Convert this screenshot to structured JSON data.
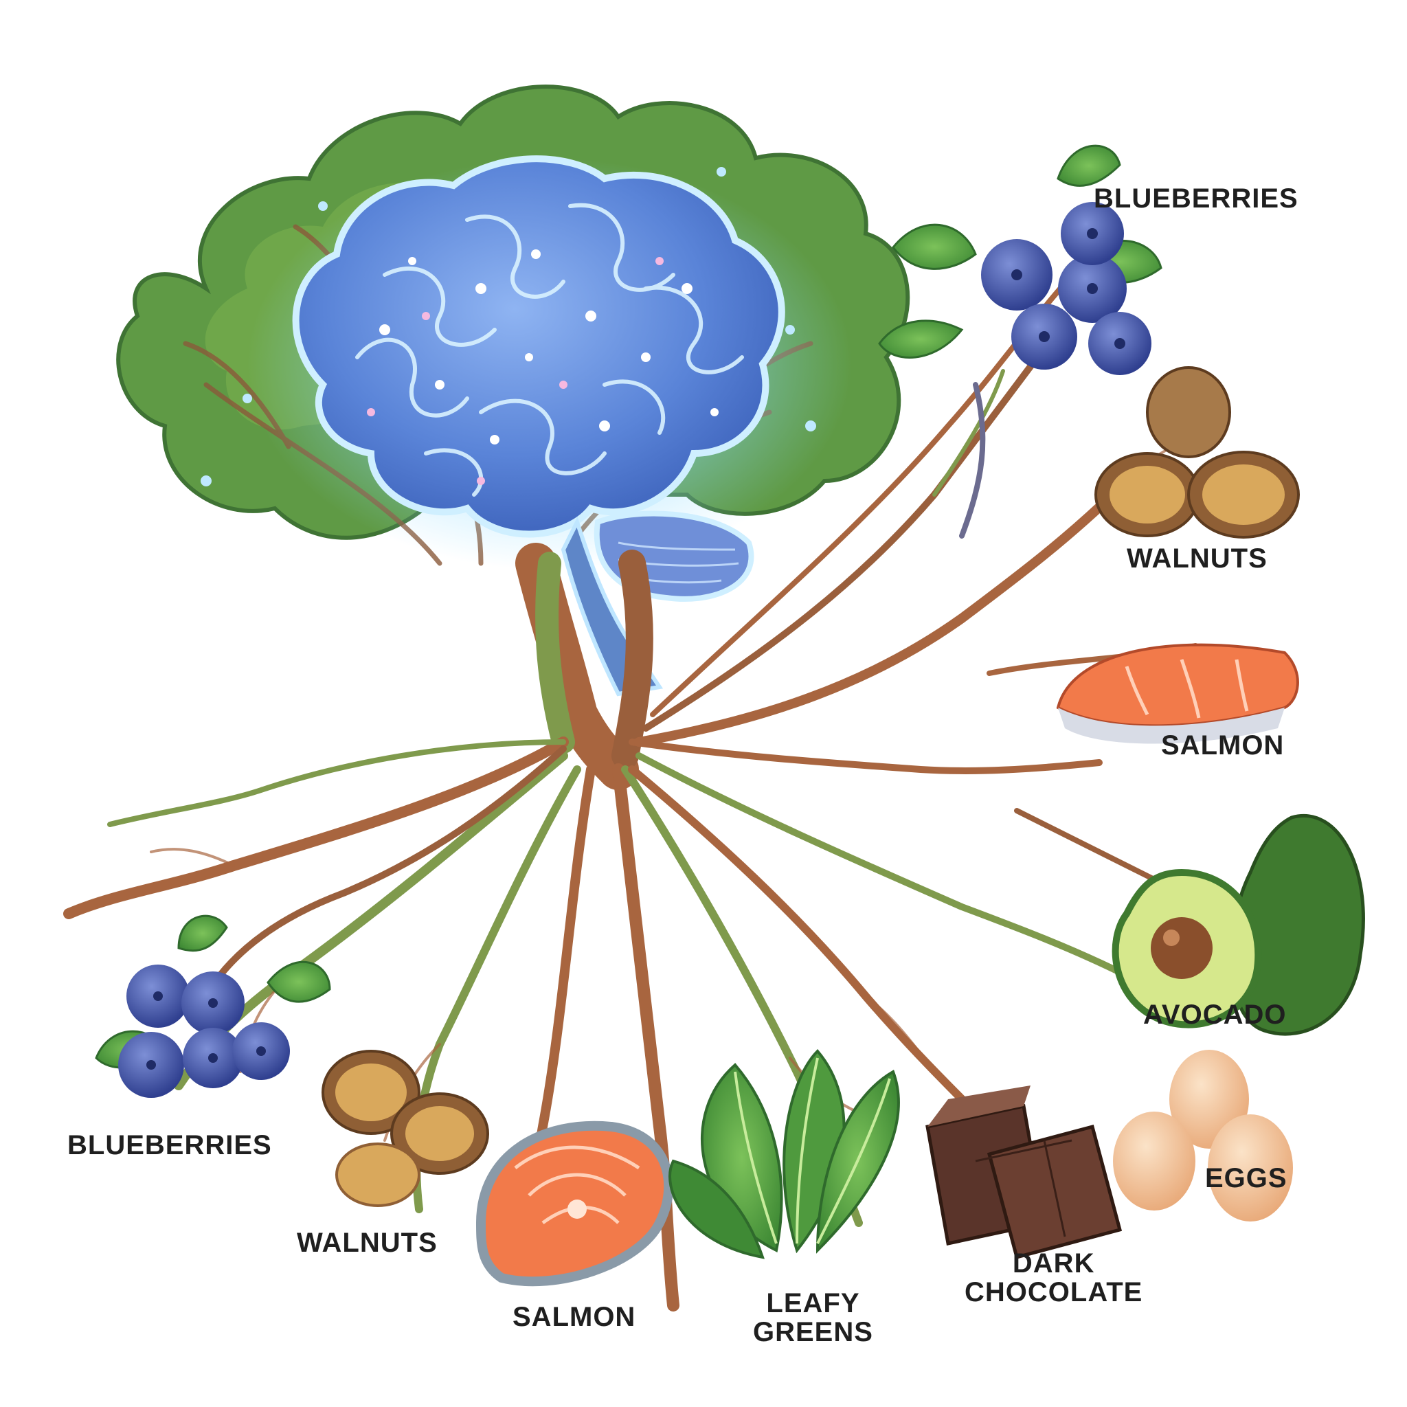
{
  "colors": {
    "root_brown": "#a8653f",
    "root_green": "#7f9a4c",
    "foliage": "#5f9a45",
    "brain": "#4f7fd6",
    "glow": "#8fdcff",
    "label": "#1f1f1f"
  },
  "foods": {
    "right_blueberries": {
      "label": "BLUEBERRIES",
      "icon": "blueberries-icon"
    },
    "right_walnuts": {
      "label": "WALNUTS",
      "icon": "walnuts-icon"
    },
    "right_salmon": {
      "label": "SALMON",
      "icon": "salmon-fillet-icon"
    },
    "right_avocado": {
      "label": "AVOCADO",
      "icon": "avocado-icon"
    },
    "right_eggs": {
      "label": "EGGS",
      "icon": "eggs-icon"
    },
    "left_blueberries": {
      "label": "BLUEBERRIES",
      "icon": "blueberries-icon"
    },
    "left_walnuts": {
      "label": "WALNUTS",
      "icon": "walnuts-icon"
    },
    "salmon_steak": {
      "label": "SALMON",
      "icon": "salmon-steak-icon"
    },
    "leafy_greens": {
      "label_line1": "LEAFY",
      "label_line2": "GREENS",
      "icon": "leafy-greens-icon"
    },
    "dark_chocolate": {
      "label_line1": "DARK",
      "label_line2": "CHOCOLATE",
      "icon": "dark-chocolate-icon"
    }
  }
}
